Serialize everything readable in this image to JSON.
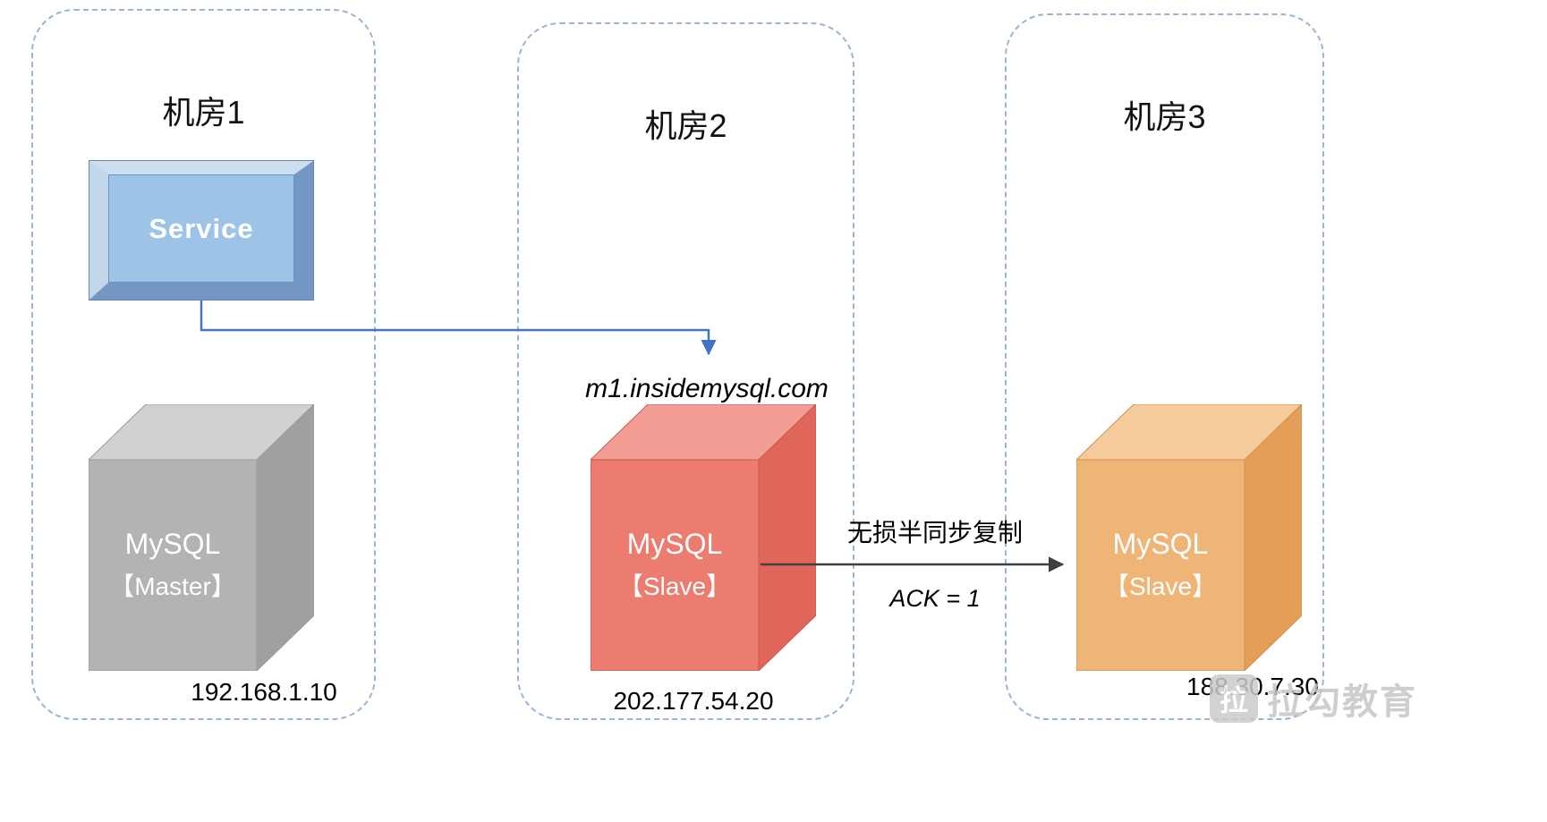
{
  "rooms": [
    {
      "title": "机房1"
    },
    {
      "title": "机房2"
    },
    {
      "title": "机房3"
    }
  ],
  "service": {
    "label": "Service"
  },
  "nodes": {
    "master": {
      "name": "MySQL",
      "role": "【Master】",
      "ip": "192.168.1.10"
    },
    "slave1": {
      "hostname": "m1.insidemysql.com",
      "name": "MySQL",
      "role": "【Slave】",
      "ip": "202.177.54.20"
    },
    "slave2": {
      "name": "MySQL",
      "role": "【Slave】",
      "ip": "188.30.7.30"
    }
  },
  "replication": {
    "label": "无损半同步复制",
    "ack": "ACK = 1"
  },
  "watermark": {
    "logo": "拉",
    "text": "拉勾教育"
  },
  "colors": {
    "room_border": "#9ab4d6",
    "service_fill": "#9dc3e6",
    "service_bevel_light": "#cddeee",
    "service_bevel_dark": "#7396c2",
    "master_front": "#b3b3b3",
    "master_top": "#d1d1d1",
    "master_side": "#a0a0a0",
    "slave1_front": "#ec7b70",
    "slave1_top": "#f39e95",
    "slave1_side": "#e0655a",
    "slave2_front": "#efb577",
    "slave2_top": "#f5cb9b",
    "slave2_side": "#e39e58",
    "arrow_service": "#4472c4",
    "arrow_replication": "#404040"
  }
}
